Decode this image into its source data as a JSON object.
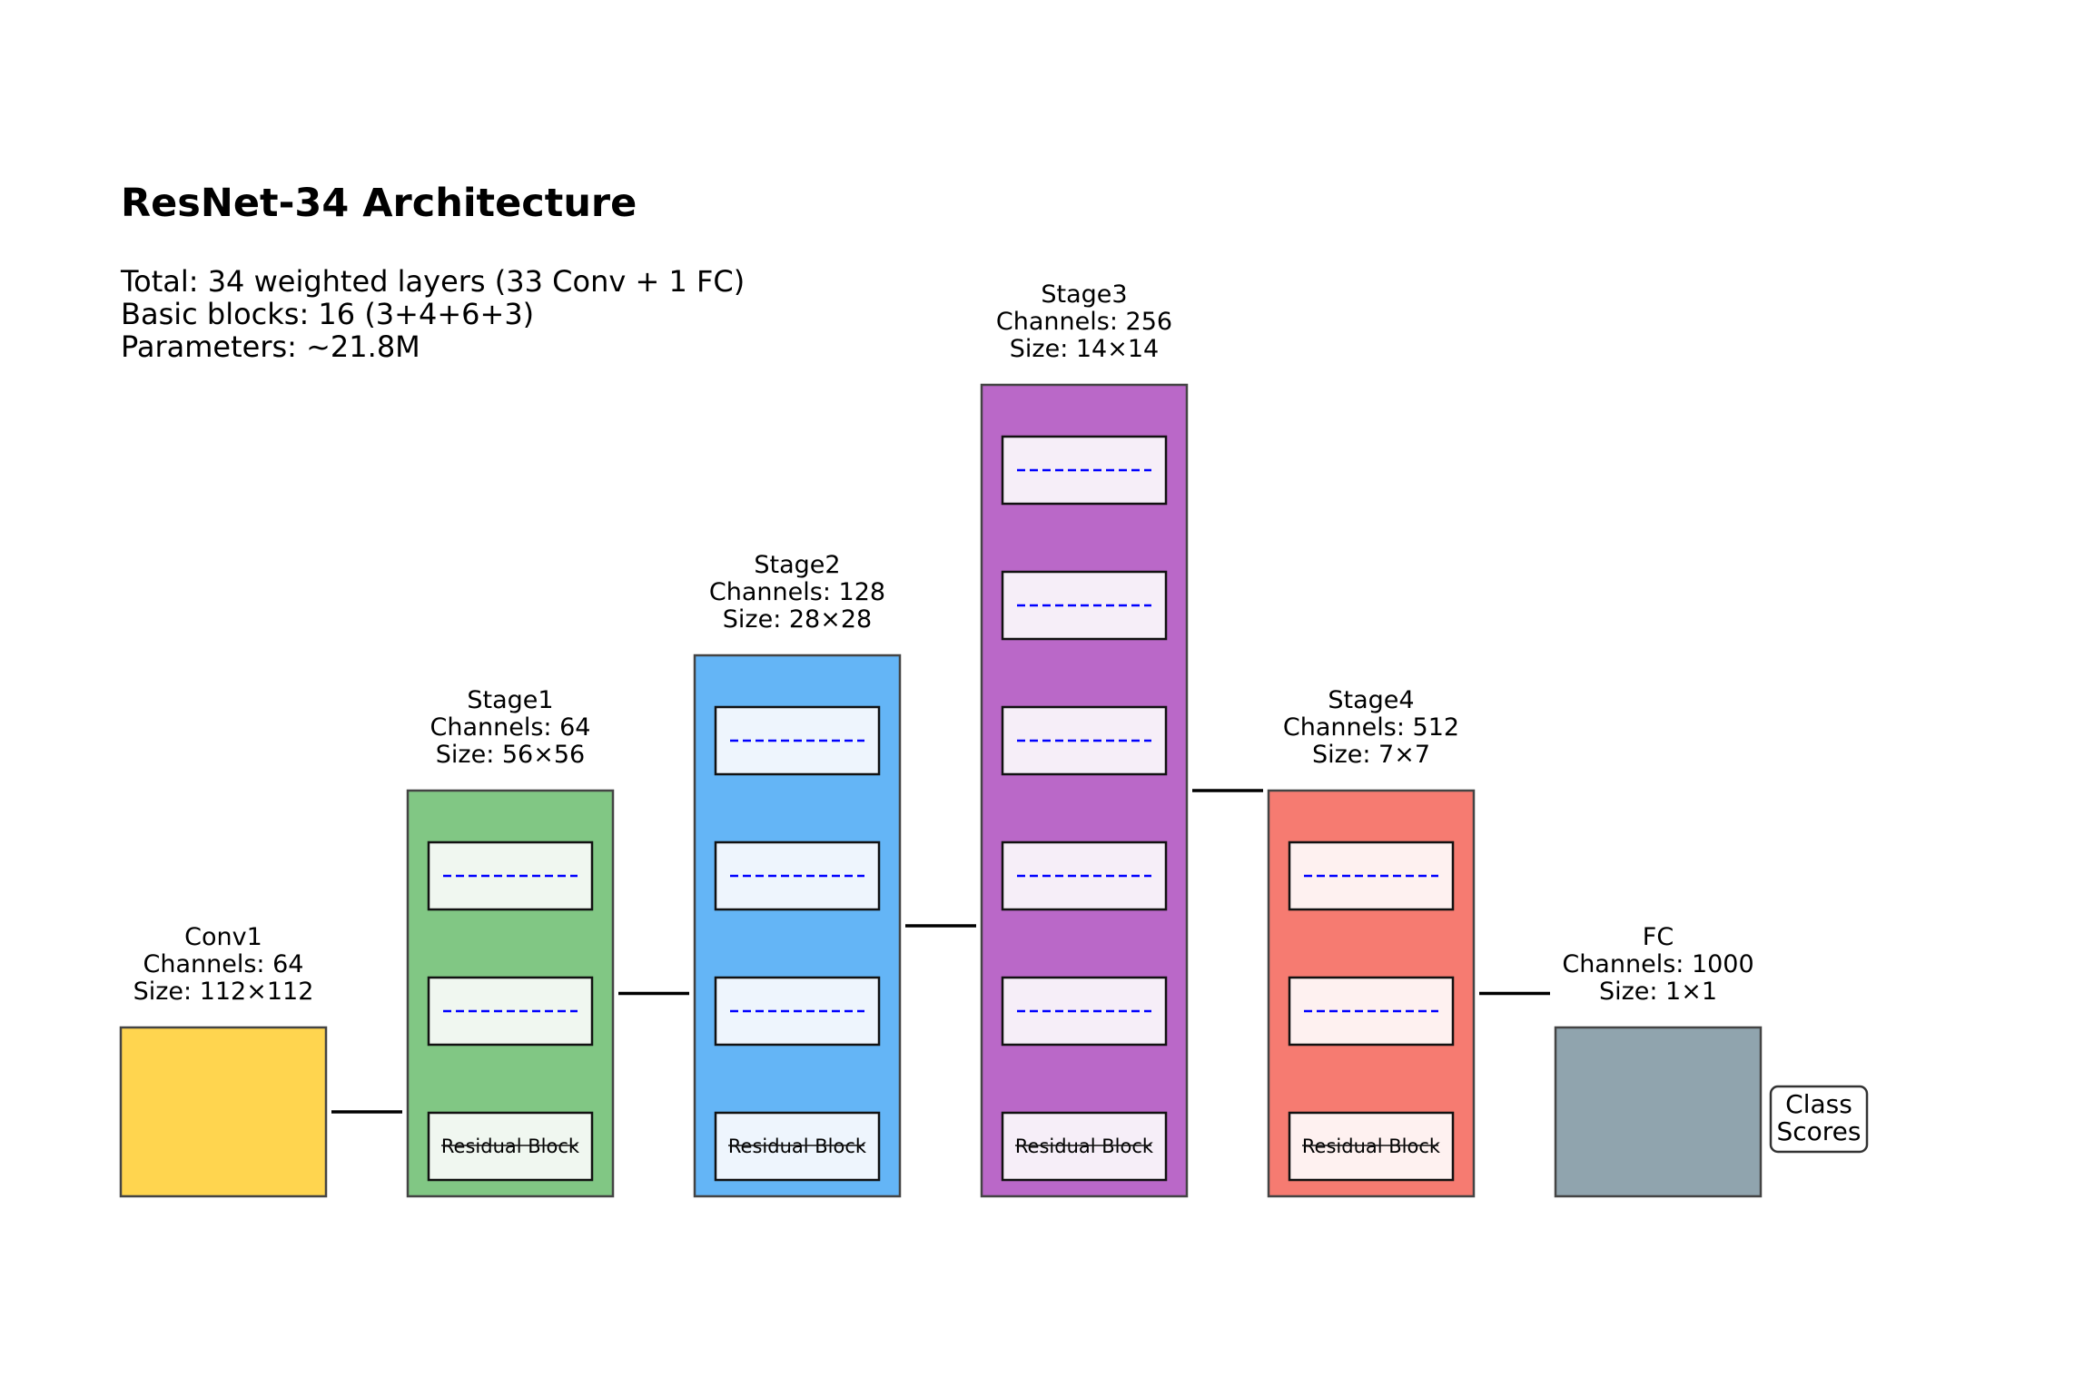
{
  "title": "ResNet-34 Architecture",
  "info_lines": [
    "Total: 34 weighted layers (33 Conv + 1 FC)",
    "Basic blocks: 16 (3+4+6+3)",
    "Parameters: ~21.8M"
  ],
  "residual_block_label": "Residual Block",
  "output_label": [
    "Class",
    "Scores"
  ],
  "colors": {
    "conv1": "#FFD54F",
    "stage1": "#81C784",
    "stage2": "#64B5F6",
    "stage3": "#BA68C8",
    "stage4": "#F67B71",
    "fc": "#90A4AE",
    "skip_line": "#0000FF"
  },
  "layers": [
    {
      "name": "Conv1",
      "channels": "Channels: 64",
      "size": "Size: 112×112",
      "blocks": 0,
      "color": "#FFD54F",
      "block_fill": ""
    },
    {
      "name": "Stage1",
      "channels": "Channels: 64",
      "size": "Size: 56×56",
      "blocks": 3,
      "color": "#81C784",
      "block_fill": "#F0F7F0"
    },
    {
      "name": "Stage2",
      "channels": "Channels: 128",
      "size": "Size: 28×28",
      "blocks": 4,
      "color": "#64B5F6",
      "block_fill": "#EEF5FD"
    },
    {
      "name": "Stage3",
      "channels": "Channels: 256",
      "size": "Size: 14×14",
      "blocks": 6,
      "color": "#BA68C8",
      "block_fill": "#F6EEF8"
    },
    {
      "name": "Stage4",
      "channels": "Channels: 512",
      "size": "Size: 7×7",
      "blocks": 3,
      "color": "#F67B71",
      "block_fill": "#FEF1F0"
    },
    {
      "name": "FC",
      "channels": "Channels: 1000",
      "size": "Size: 1×1",
      "blocks": 0,
      "color": "#90A4AE",
      "block_fill": ""
    }
  ]
}
